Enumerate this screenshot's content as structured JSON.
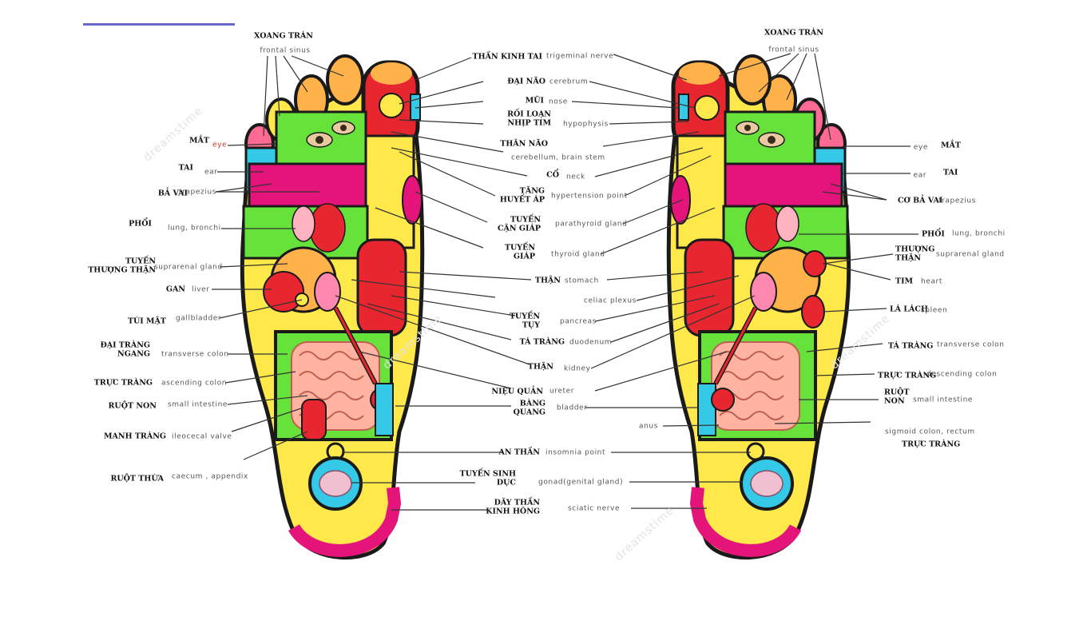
{
  "left_labels": [
    {
      "id": "xoang-tran-left",
      "vn": "XOANG TRÁN",
      "en": "frontal  sinus"
    },
    {
      "id": "mat-left",
      "vn": "MẮT",
      "en": "eye"
    },
    {
      "id": "tai-left",
      "vn": "TAI",
      "en": "ear"
    },
    {
      "id": "ba-vai-left",
      "vn": "BẢ VAI",
      "en": "trapezius"
    },
    {
      "id": "phoi-left",
      "vn": "PHỔI",
      "en": "lung,  bronchi"
    },
    {
      "id": "tuyen-thuong-than-left",
      "vn": "TUYẾN",
      "vn2": "THƯỢNG THẬN",
      "en": "suprarenal gland"
    },
    {
      "id": "gan-left",
      "vn": "GAN",
      "en": "liver"
    },
    {
      "id": "tui-mat-left",
      "vn": "TÚI MẬT",
      "en": "gallbladder"
    },
    {
      "id": "dai-trang-ngang-left",
      "vn": "ĐẠI TRÀNG",
      "vn2": "NGANG",
      "en": "transverse  colon"
    },
    {
      "id": "truc-trang-left",
      "vn": "TRỰC TRÀNG",
      "en": "ascending  colon"
    },
    {
      "id": "ruot-non-left",
      "vn": "RUỘT NON",
      "en": "small  intestine"
    },
    {
      "id": "manh-trang-left",
      "vn": "MANH TRÀNG",
      "en": "ileocecal  valve"
    },
    {
      "id": "ruot-thua-left",
      "vn": "RUỘT THỪA",
      "en": "caecum , appendix"
    }
  ],
  "center_labels": [
    {
      "id": "than-kinh-tai",
      "vn": "THẦN KINH TAI",
      "en": "trigeminal  nerve"
    },
    {
      "id": "dai-nao",
      "vn": "ĐẠI NÃO",
      "en": "cerebrum"
    },
    {
      "id": "mui",
      "vn": "MŨI",
      "en": "nose"
    },
    {
      "id": "roi-loan-nhip-tim",
      "vn": "RỐI LOẠN",
      "vn2": "NHỊP TIM",
      "en": "hypophysis"
    },
    {
      "id": "than-nao",
      "vn": "THÂN NÃO",
      "en": "cerebellum, brain  stem"
    },
    {
      "id": "co",
      "vn": "CỔ",
      "en": "neck"
    },
    {
      "id": "tang-huyet-ap",
      "vn": "TĂNG",
      "vn2": "HUYẾT ÁP",
      "en": "hypertension  point"
    },
    {
      "id": "tuyen-can-giap",
      "vn": "TUYẾN",
      "vn2": "CẬN GIÁP",
      "en": "parathyroid  gland"
    },
    {
      "id": "tuyen-giap",
      "vn": "TUYẾN",
      "vn2": "GIÁP",
      "en": "thyroid  gland"
    },
    {
      "id": "than-stomach",
      "vn": "THẬN",
      "en": "stomach"
    },
    {
      "id": "celiac-plexus",
      "vn": "",
      "en": "celiac  plexus"
    },
    {
      "id": "tuyen-tuy",
      "vn": "TUYẾN",
      "vn2": "TỤY",
      "en": "pancreas"
    },
    {
      "id": "ta-trang-center",
      "vn": "TÁ TRÀNG",
      "en": "duodenum"
    },
    {
      "id": "than-kidney",
      "vn": "THẬN",
      "en": "kidney"
    },
    {
      "id": "nieu-quan",
      "vn": "NIỆU QUẢN",
      "en": "ureter"
    },
    {
      "id": "bang-quang",
      "vn": "BÀNG",
      "vn2": "QUANG",
      "en": "bladder"
    },
    {
      "id": "an-than",
      "vn": "AN THẦN",
      "en": "insomnia  point"
    },
    {
      "id": "tuyen-sinh-duc",
      "vn": "TUYẾN SINH",
      "vn2": "DỤC",
      "en": "gonad(genital  gland)"
    },
    {
      "id": "day-than-kinh-hong",
      "vn": "DÂY THẦN",
      "vn2": "KINH HÔNG",
      "en": "sciatic  nerve"
    }
  ],
  "right_labels": [
    {
      "id": "xoang-tran-right",
      "vn": "XOANG TRÁN",
      "en": "frontal  sinus"
    },
    {
      "id": "mat-right",
      "vn": "MẮT",
      "en": "eye"
    },
    {
      "id": "tai-right",
      "vn": "TAI",
      "en": "ear"
    },
    {
      "id": "co-ba-vai-right",
      "vn": "CƠ BẢ VAI",
      "en": "trapezius"
    },
    {
      "id": "phoi-right",
      "vn": "PHỔI",
      "en": "lung,  bronchi"
    },
    {
      "id": "thuong-than-right",
      "vn": "THƯỢNG",
      "vn2": "THẬN",
      "en": "suprarenal  gland"
    },
    {
      "id": "tim-right",
      "vn": "TIM",
      "en": "heart"
    },
    {
      "id": "la-lach-right",
      "vn": "LÁ LÁCH",
      "en": "spleen"
    },
    {
      "id": "ta-trang-right",
      "vn": "TÁ TRÀNG",
      "en": "transverse  colon"
    },
    {
      "id": "truc-trang-right",
      "vn": "TRỰC TRÀNG",
      "en": "descending  colon"
    },
    {
      "id": "ruot-non-right",
      "vn": "RUỘT",
      "vn2": "NON",
      "en": "small  intestine"
    },
    {
      "id": "anus",
      "vn": "",
      "en": "anus"
    },
    {
      "id": "sigmoid",
      "vn": "TRỰC TRÀNG",
      "en": "sigmoid  colon, rectum"
    }
  ],
  "watermark": "dreamstime",
  "colors": {
    "outline": "#1a1a1a",
    "yellow": "#ffe84a",
    "red": "#e8262f",
    "magenta": "#e4147a",
    "green": "#66e23a",
    "cyan": "#34c9e6",
    "orange": "#ffb24a",
    "pink": "#ff6a92"
  }
}
